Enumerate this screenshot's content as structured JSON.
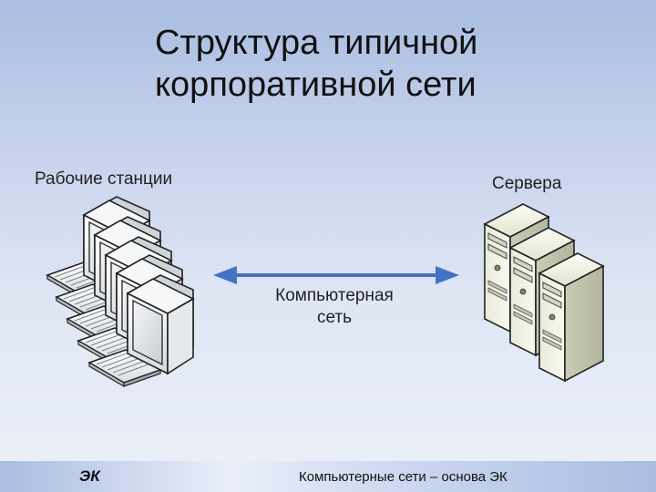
{
  "slide": {
    "title_line1": "Структура типичной",
    "title_line2": "корпоративной сети"
  },
  "diagram": {
    "workstations_label": "Рабочие станции",
    "servers_label": "Сервера",
    "network_label_line1": "Компьютерная",
    "network_label_line2": "сеть",
    "arrow_color": "#4472c4",
    "workstation_count": 5,
    "server_count": 3
  },
  "footer": {
    "left_text": "ЭК",
    "right_text": "Компьютерные сети – основа ЭК"
  }
}
